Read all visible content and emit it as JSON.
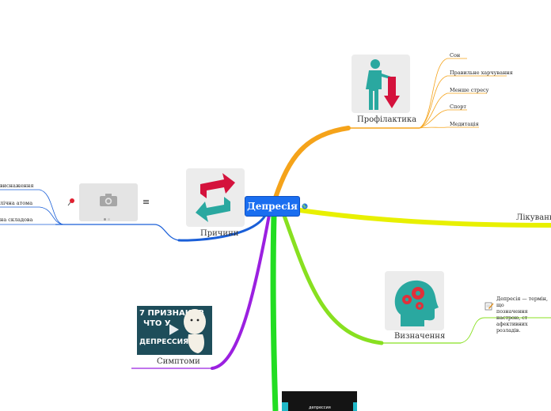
{
  "central": {
    "title": "Депресія"
  },
  "branches": {
    "prophylaxis": {
      "label": "Профілактика",
      "color": "#f5a31a",
      "icon": "person-down-arrow-icon",
      "children": [
        "Сон",
        "Правильне харчування",
        "Менше стресу",
        "Спорт",
        "Медитація"
      ]
    },
    "treatment": {
      "label": "Лікування",
      "color": "#e8f000"
    },
    "definition": {
      "label": "Визначення",
      "color": "#88e020",
      "icon": "head-gears-icon",
      "note_lines": [
        "Депресія — термін, що",
        "позначення настрою, ст",
        "афективних розладів."
      ]
    },
    "symptoms": {
      "label": "Симптоми",
      "color": "#9b20e0",
      "thumb_lines": [
        "7 ПРИЗНАКОВ",
        "ЧТО У",
        "ДЕПРЕССИЯ"
      ]
    },
    "causes": {
      "label": "Причини",
      "color": "#1a5fd8",
      "icon": "exchange-arrows-icon",
      "children": [
        "виснаження",
        "лічна атома",
        "на складова"
      ]
    },
    "bottom": {
      "color": "#22dd22",
      "thumb_text": "депрессия"
    }
  }
}
